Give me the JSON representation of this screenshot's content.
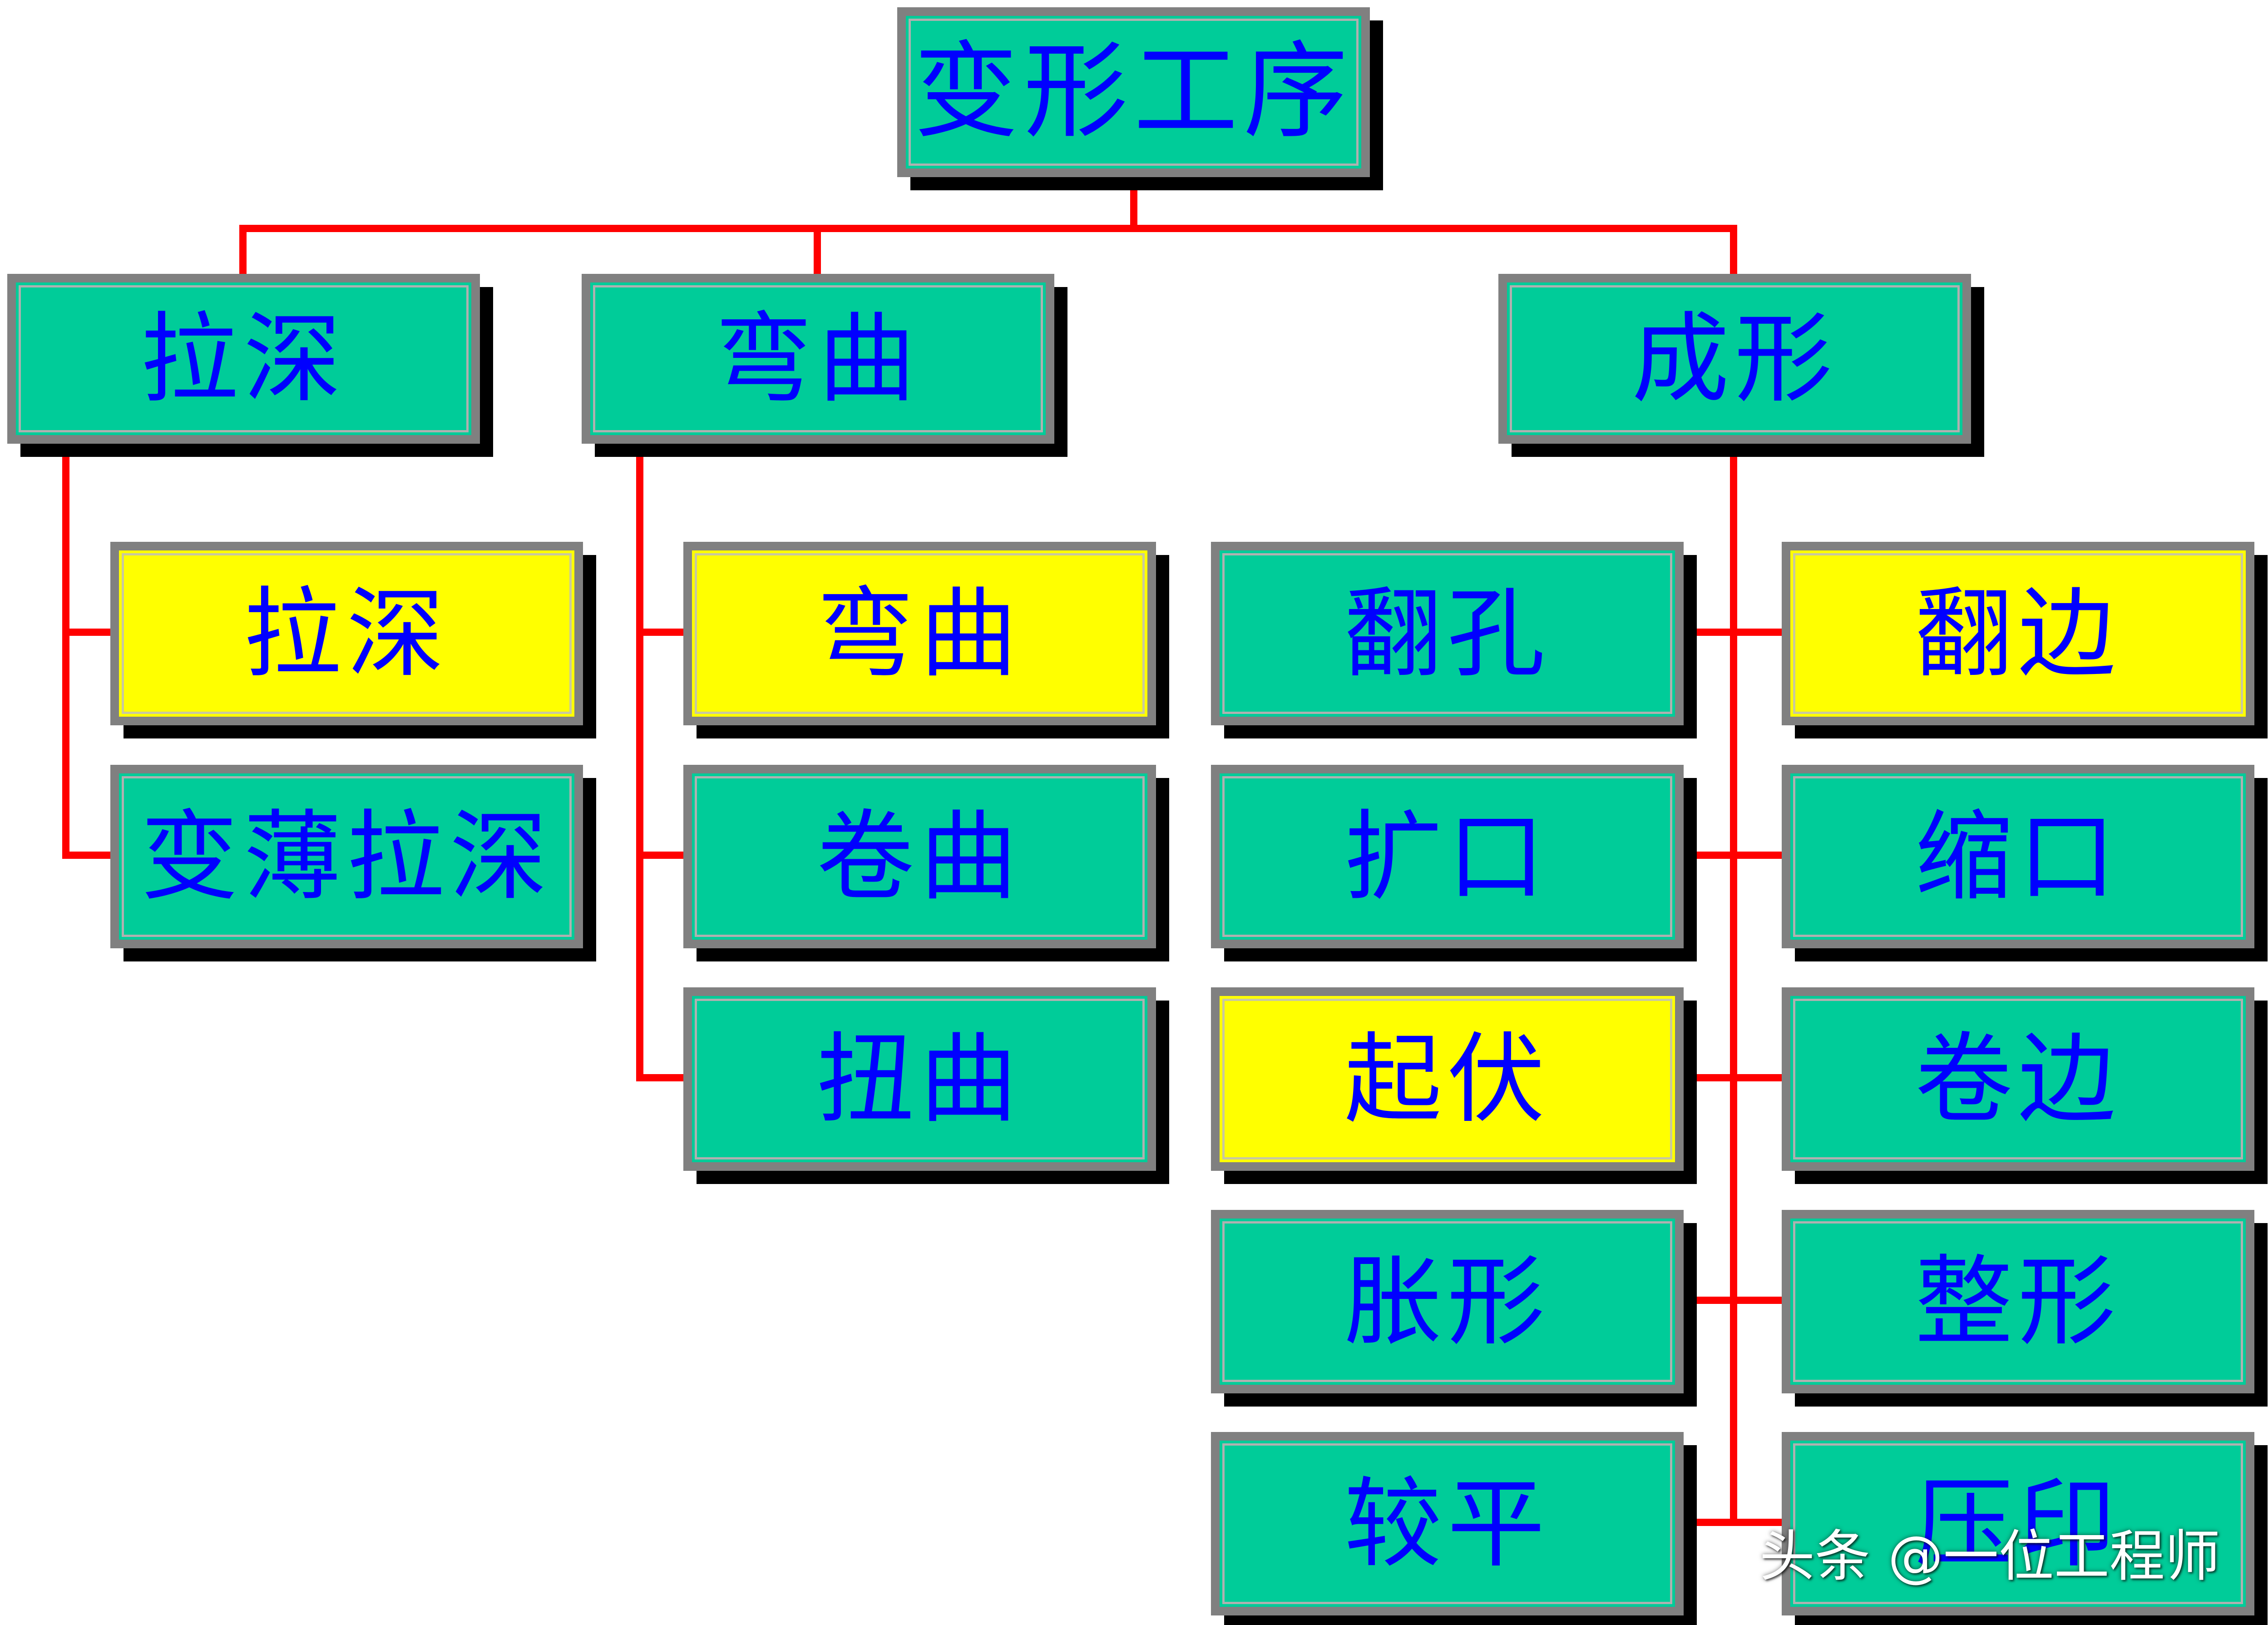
{
  "colors": {
    "primary_box": "#00cc99",
    "highlight_box": "#ffff00",
    "text": "#0000ff",
    "connector": "#ff0000",
    "border": "#808080"
  },
  "root": {
    "label": "变形工序"
  },
  "groups": [
    {
      "label": "拉深",
      "items": [
        {
          "label": "拉深",
          "highlight": true
        },
        {
          "label": "变薄拉深",
          "highlight": false
        }
      ]
    },
    {
      "label": "弯曲",
      "items": [
        {
          "label": "弯曲",
          "highlight": true
        },
        {
          "label": "卷曲",
          "highlight": false
        },
        {
          "label": "扭曲",
          "highlight": false
        }
      ]
    },
    {
      "label": "成形",
      "left_items": [
        {
          "label": "翻孔",
          "highlight": false
        },
        {
          "label": "扩口",
          "highlight": false
        },
        {
          "label": "起伏",
          "highlight": true
        },
        {
          "label": "胀形",
          "highlight": false
        },
        {
          "label": "较平",
          "highlight": false
        }
      ],
      "right_items": [
        {
          "label": "翻边",
          "highlight": true
        },
        {
          "label": "缩口",
          "highlight": false
        },
        {
          "label": "卷边",
          "highlight": false
        },
        {
          "label": "整形",
          "highlight": false
        },
        {
          "label": "压印",
          "highlight": false
        }
      ]
    }
  ],
  "watermark": "头条 @一位工程师"
}
